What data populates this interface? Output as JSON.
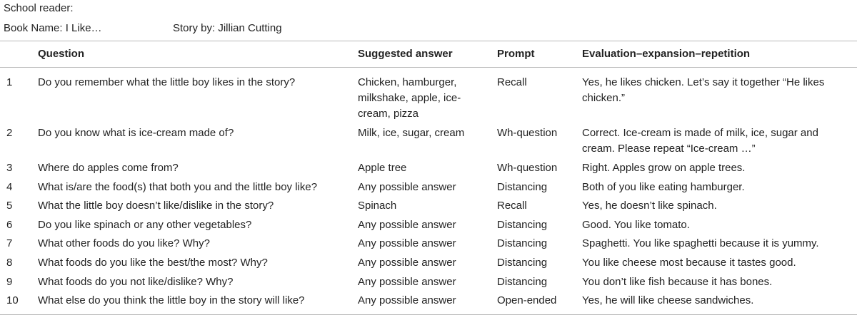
{
  "header": {
    "school_reader": "School reader:",
    "book_name": "Book Name: I Like…",
    "story_by": "Story by: Jillian Cutting"
  },
  "table": {
    "columns": [
      "",
      "Question",
      "Suggested answer",
      "Prompt",
      "Evaluation–expansion–repetition"
    ],
    "rows": [
      {
        "num": "1",
        "question": "Do you remember what the little boy likes in the story?",
        "answer": "Chicken, hamburger, milkshake, apple, ice-cream, pizza",
        "prompt": "Recall",
        "evaluation": "Yes, he likes chicken. Let’s say it together “He likes chicken.”"
      },
      {
        "num": "2",
        "question": "Do you know what is ice-cream made of?",
        "answer": "Milk, ice, sugar, cream",
        "prompt": "Wh-question",
        "evaluation": "Correct. Ice-cream is made of milk, ice, sugar and cream. Please repeat “Ice-cream …”"
      },
      {
        "num": "3",
        "question": "Where do apples come from?",
        "answer": "Apple tree",
        "prompt": "Wh-question",
        "evaluation": "Right. Apples grow on apple trees."
      },
      {
        "num": "4",
        "question": "What is/are the food(s) that both you and the little boy like?",
        "answer": "Any possible answer",
        "prompt": "Distancing",
        "evaluation": "Both of you like eating hamburger."
      },
      {
        "num": "5",
        "question": "What the little boy doesn’t like/dislike in the story?",
        "answer": "Spinach",
        "prompt": "Recall",
        "evaluation": "Yes, he doesn’t like spinach."
      },
      {
        "num": "6",
        "question": "Do you like spinach or any other vegetables?",
        "answer": "Any possible answer",
        "prompt": "Distancing",
        "evaluation": "Good. You like tomato."
      },
      {
        "num": "7",
        "question": "What other foods do you like? Why?",
        "answer": "Any possible answer",
        "prompt": "Distancing",
        "evaluation": "Spaghetti. You like spaghetti because it is yummy."
      },
      {
        "num": "8",
        "question": "What foods do you like the best/the most? Why?",
        "answer": "Any possible answer",
        "prompt": "Distancing",
        "evaluation": "You like cheese most because it tastes good."
      },
      {
        "num": "9",
        "question": "What foods do you not like/dislike? Why?",
        "answer": "Any possible answer",
        "prompt": "Distancing",
        "evaluation": "You don’t like fish because it has bones."
      },
      {
        "num": "10",
        "question": "What else do you think the little boy in the story will like?",
        "answer": "Any possible answer",
        "prompt": "Open-ended",
        "evaluation": "Yes, he will like cheese sandwiches."
      }
    ]
  }
}
